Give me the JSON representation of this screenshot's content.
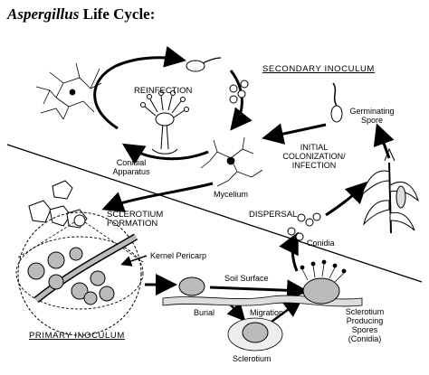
{
  "title": {
    "italic": "Aspergillus",
    "rest": " Life Cycle:"
  },
  "headers": {
    "secondary": "SECONDARY INOCULUM",
    "primary": "PRIMARY INOCULUM"
  },
  "labels": {
    "reinfection": "REINFECTION",
    "germinating_spore_1": "Germinating",
    "germinating_spore_2": "Spore",
    "initial_1": "INITIAL",
    "initial_2": "COLONIZATION/",
    "initial_3": "INFECTION",
    "conidial_1": "Conidial",
    "conidial_2": "Apparatus",
    "mycelium": "Mycelium",
    "sclerotium_formation_1": "SCLEROTIUM",
    "sclerotium_formation_2": "FORMATION",
    "dispersal": "DISPERSAL",
    "conidia": "Conidia",
    "kernel_pericarp": "Kernel Pericarp",
    "soil_surface": "Soil Surface",
    "burial": "Burial",
    "migration": "Migration",
    "sclerotium": "Sclerotium",
    "scl_producing_1": "Sclerotium",
    "scl_producing_2": "Producing",
    "scl_producing_3": "Spores",
    "scl_producing_4": "(Conidia)"
  }
}
